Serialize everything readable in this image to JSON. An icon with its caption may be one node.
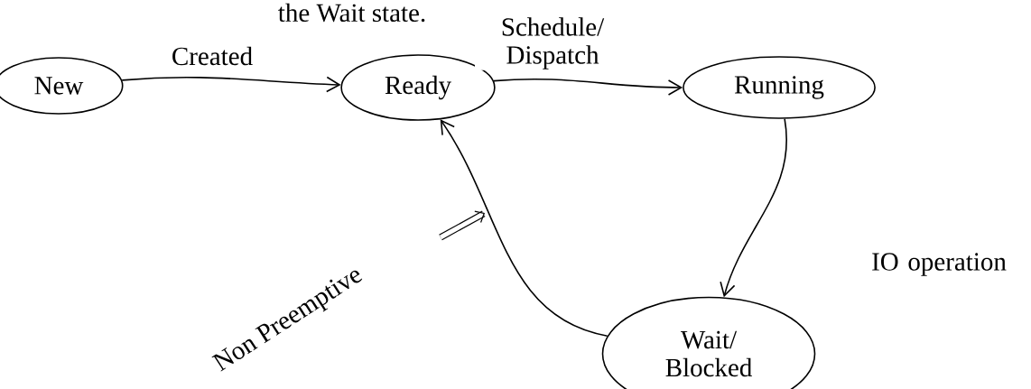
{
  "diagram": {
    "nodes": [
      {
        "text": [
          "New"
        ]
      },
      {
        "text": [
          "Ready"
        ]
      },
      {
        "text": [
          "Running"
        ]
      },
      {
        "text": [
          "Wait/ Blocked"
        ]
      }
    ],
    "edges": [
      {
        "from": 0,
        "to": 1,
        "arrow": "to",
        "label": "Created"
      },
      {
        "from": 1,
        "to": 2,
        "arrow": "to",
        "label": "Schedule/ Dispatch"
      },
      {
        "from": 2,
        "to": 3,
        "arrow": "to",
        "label": "IO operation"
      },
      {
        "from": 3,
        "to": 1,
        "arrow": "to"
      }
    ],
    "labels": [
      "the Wait state.",
      "Non Preemptive"
    ]
  }
}
